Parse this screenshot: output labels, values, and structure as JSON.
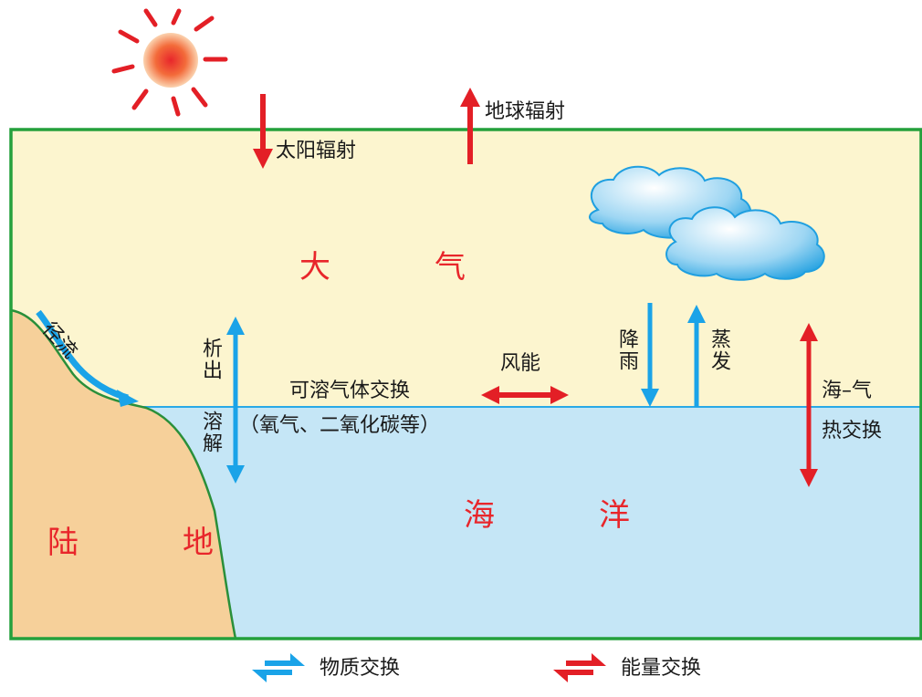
{
  "labels": {
    "solar_radiation": "太阳辐射",
    "earth_radiation": "地球辐射",
    "atmosphere": "大　气",
    "ocean": "海　洋",
    "land": "陆　地",
    "runoff": "径流",
    "release": "析出",
    "dissolve": "溶解",
    "gas_exchange": "可溶气体交换",
    "gas_examples": "（氧气、二氧化碳等）",
    "wind_energy": "风能",
    "precipitation": "降雨",
    "evaporation": "蒸发",
    "sea_air_line1": "海–气",
    "sea_air_line2": "热交换"
  },
  "legend": {
    "material": "物质交换",
    "energy": "能量交换"
  },
  "colors": {
    "material_arrow": "#1aa3e8",
    "energy_arrow": "#e31f26",
    "atmosphere_fill": "#fcf5cf",
    "ocean_fill": "#c5e6f6",
    "land_fill": "#f6d09a",
    "border": "#24a03c"
  }
}
